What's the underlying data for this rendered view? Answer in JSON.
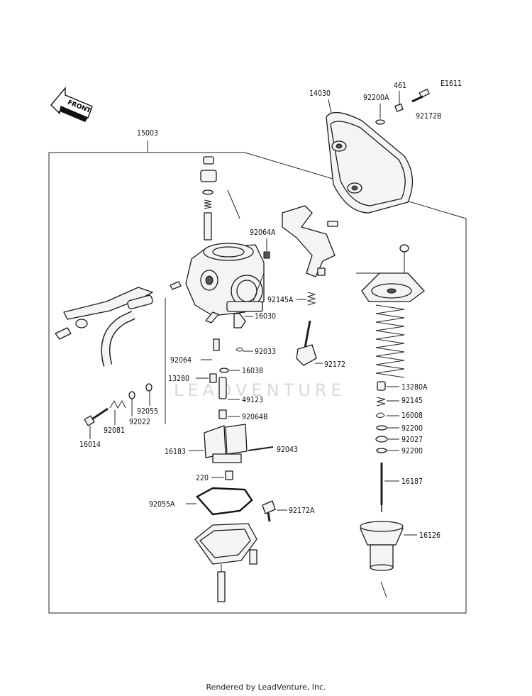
{
  "diagram": {
    "front_arrow": "FRONT",
    "code": "E1611",
    "watermark": "LEADVENTURE",
    "labels": {
      "p15003": "15003",
      "p14030": "14030",
      "p92200A": "92200A",
      "p461": "461",
      "p92172B": "92172B",
      "p92064A": "92064A",
      "p92145A": "92145A",
      "p16030": "16030",
      "p92033": "92033",
      "p92064": "92064",
      "p16038": "16038",
      "p13280": "13280",
      "p49123": "49123",
      "p92172": "92172",
      "p13280A": "13280A",
      "p92145": "92145",
      "p16008": "16008",
      "p92200a": "92200",
      "p92027": "92027",
      "p92200b": "92200",
      "p92055": "92055",
      "p92022": "92022",
      "p92081": "92081",
      "p16014": "16014",
      "p92064B": "92064B",
      "p16183": "16183",
      "p92043": "92043",
      "p220": "220",
      "p16187": "16187",
      "p92055A": "92055A",
      "p92172A": "92172A",
      "p16126": "16126"
    }
  },
  "footer": "Rendered by LeadVenture, Inc."
}
